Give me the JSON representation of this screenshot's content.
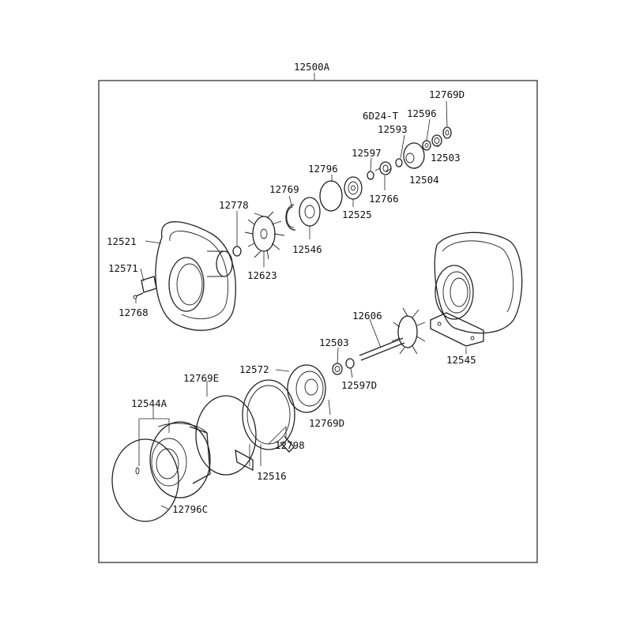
{
  "diagram": {
    "assembly_label": "12500A",
    "variant_label": "6D24-T",
    "labels": {
      "p12769D_top": "12769D",
      "p12596": "12596",
      "p12593": "12593",
      "p12503_top": "12503",
      "p12597": "12597",
      "p12504": "12504",
      "p12796": "12796",
      "p12766": "12766",
      "p12769": "12769",
      "p12525": "12525",
      "p12778": "12778",
      "p12546": "12546",
      "p12521": "12521",
      "p12623": "12623",
      "p12571": "12571",
      "p12768": "12768",
      "p12606": "12606",
      "p12503_mid": "12503",
      "p12545": "12545",
      "p12572": "12572",
      "p12597D": "12597D",
      "p12769E": "12769E",
      "p12769D_mid": "12769D",
      "p12544A": "12544A",
      "p12798": "12798",
      "p12516": "12516",
      "p12796C": "12796C"
    }
  }
}
